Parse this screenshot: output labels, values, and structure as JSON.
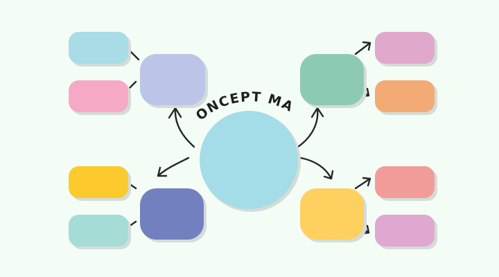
{
  "diagram": {
    "title": "CONCEPT MAP",
    "background": "#f4fcf6",
    "arrow_color": "#262626",
    "center": {
      "color": "#a4dce8"
    },
    "branches": [
      {
        "id": "top-left",
        "color": "#bcc5e8",
        "children": [
          {
            "color": "#a8dce6"
          },
          {
            "color": "#f6a9c6"
          }
        ]
      },
      {
        "id": "top-right",
        "color": "#8dcab2",
        "children": [
          {
            "color": "#e0a8cc"
          },
          {
            "color": "#f4aa74"
          }
        ]
      },
      {
        "id": "bottom-left",
        "color": "#7380c0",
        "children": [
          {
            "color": "#fcca2c"
          },
          {
            "color": "#a6dcd6"
          }
        ]
      },
      {
        "id": "bottom-right",
        "color": "#fed060",
        "children": [
          {
            "color": "#f29c9a"
          },
          {
            "color": "#e0a8d0"
          }
        ]
      }
    ]
  }
}
